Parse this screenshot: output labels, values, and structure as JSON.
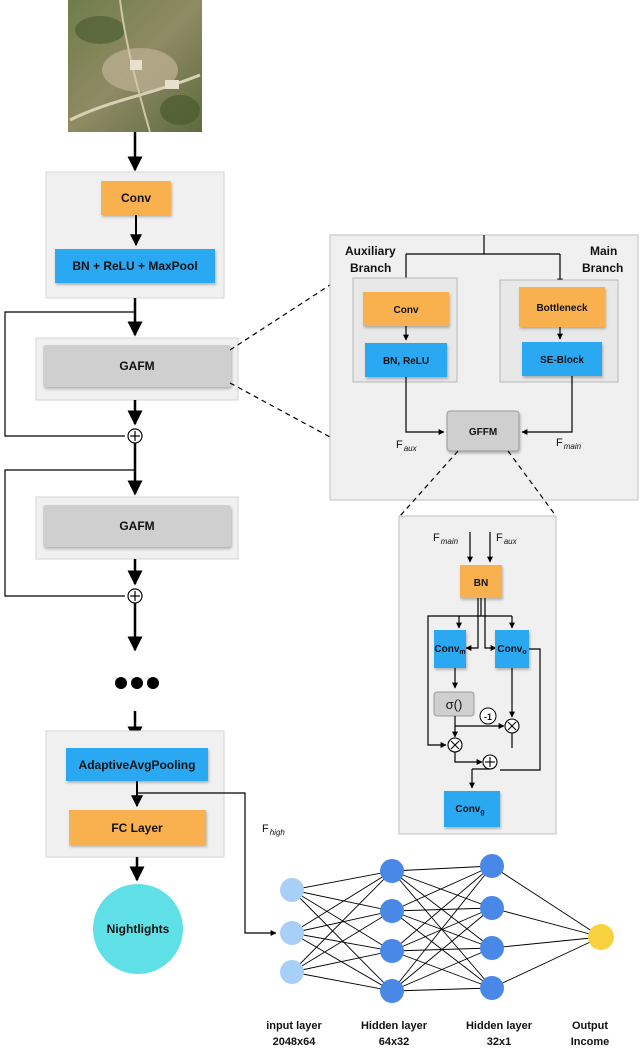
{
  "colors": {
    "orange": "#f9b14f",
    "blue": "#29a8f2",
    "gray_box": "#cfcfcf",
    "panel": "#f0f0f0",
    "neuron": "#4a88e8",
    "input_neuron": "#a8cff5",
    "output_neuron": "#f7d23e",
    "nightlights": "#5fe0e6"
  },
  "left": {
    "conv": "Conv",
    "bn_relu_maxpool": "BN + ReLU + MaxPool",
    "gafm1": "GAFM",
    "gafm2": "GAFM",
    "adaptive_pool": "AdaptiveAvgPooling",
    "fc": "FC Layer",
    "nightlights": "Nightlights",
    "f_high": "F",
    "f_high_sub": "high"
  },
  "gafm_detail": {
    "aux_branch_line1": "Auxiliary",
    "aux_branch_line2": "Branch",
    "main_branch_line1": "Main",
    "main_branch_line2": "Branch",
    "aux_conv": "Conv",
    "aux_bn": "BN, ReLU",
    "bottleneck": "Bottleneck",
    "se_block": "SE-Block",
    "gffm": "GFFM",
    "f_aux": "F",
    "f_aux_sub": "aux",
    "f_main": "F",
    "f_main_sub": "main"
  },
  "gffm_detail": {
    "f_main": "F",
    "f_main_sub": "main",
    "f_aux": "F",
    "f_aux_sub": "aux",
    "bn": "BN",
    "conv_m": "Conv",
    "conv_m_sub": "m",
    "conv_o": "Conv",
    "conv_o_sub": "o",
    "sigma": "σ()",
    "minus_one": "-1",
    "conv_g": "Conv",
    "conv_g_sub": "g"
  },
  "nn": {
    "input_line1": "input layer",
    "input_line2": "2048x64",
    "hidden1_line1": "Hidden layer",
    "hidden1_line2": "64x32",
    "hidden2_line1": "Hidden layer",
    "hidden2_line2": "32x1",
    "output_line1": "Output",
    "output_line2": "Income"
  }
}
